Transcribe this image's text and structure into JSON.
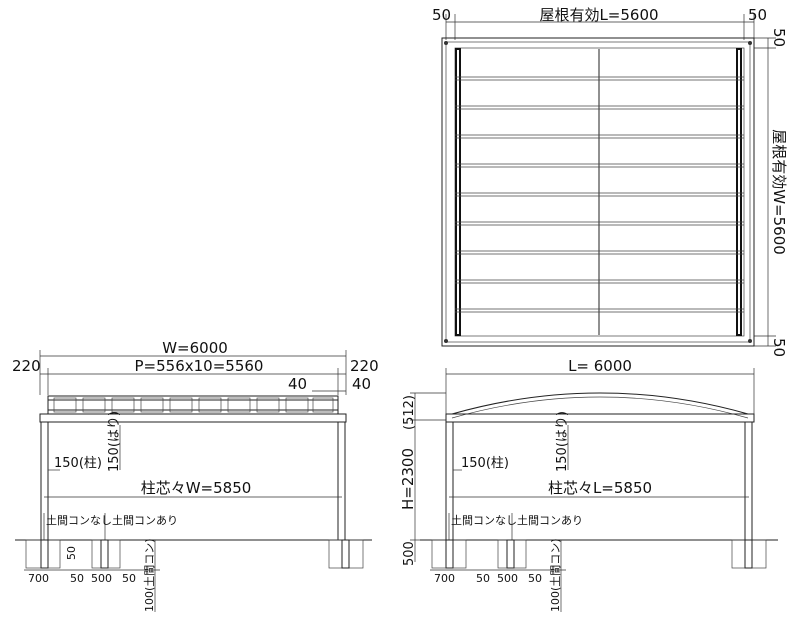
{
  "plan_view": {
    "top_left_overhang": "50",
    "roof_length": "屋根有効L=5600",
    "top_right_overhang": "50",
    "right_top_overhang": "50",
    "roof_width": "屋根有効W=5600",
    "right_bottom_overhang": "50"
  },
  "front_view": {
    "overall_width": "W=6000",
    "left_overhang": "220",
    "rafter_pitch": "P=556x10=5560",
    "right_overhang": "220",
    "end_offset_a": "40",
    "end_offset_b": "40",
    "post_size": "150(柱)",
    "beam_size": "150(はり)",
    "post_center_width": "柱芯々W=5850",
    "foundation_note": "土間コンなし土間コンあり",
    "dim_700": "700",
    "dim_50a": "50",
    "dim_500": "500",
    "dim_50b": "50",
    "dim_50v": "50",
    "dim_slab": "100(土間コン)"
  },
  "side_view": {
    "overall_length": "L=   6000",
    "arch_rise": "(512)",
    "height": "H=2300",
    "embed_depth": "500",
    "post_size": "150(柱)",
    "beam_size": "150(はり)",
    "post_center_length": "柱芯々L=5850",
    "foundation_note": "土間コンなし土間コンあり",
    "dim_700": "700",
    "dim_50a": "50",
    "dim_500": "500",
    "dim_50b": "50",
    "dim_slab": "100(土間コン)"
  }
}
